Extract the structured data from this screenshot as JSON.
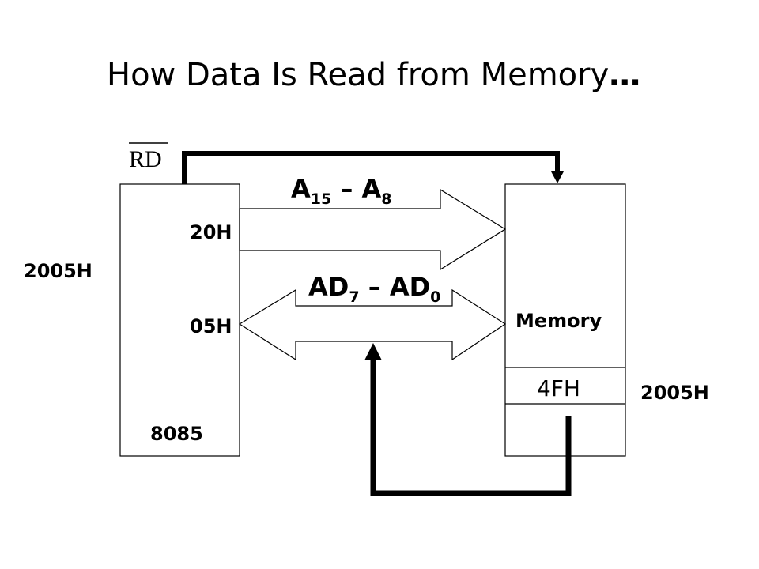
{
  "title": "How Data Is Read from Memory",
  "title_suffix": "…",
  "rd_signal": "RD",
  "cpu": {
    "label": "8085",
    "high_byte": "20H",
    "low_byte": "05H",
    "address": "2005H"
  },
  "memory": {
    "label": "Memory",
    "cell_value": "4FH",
    "address": "2005H"
  },
  "address_bus": {
    "name": "A",
    "from_sub": "15",
    "dash": "–",
    "to_sub": "8"
  },
  "data_bus": {
    "name": "AD",
    "from_sub": "7",
    "dash": "–",
    "to_sub": "0"
  }
}
